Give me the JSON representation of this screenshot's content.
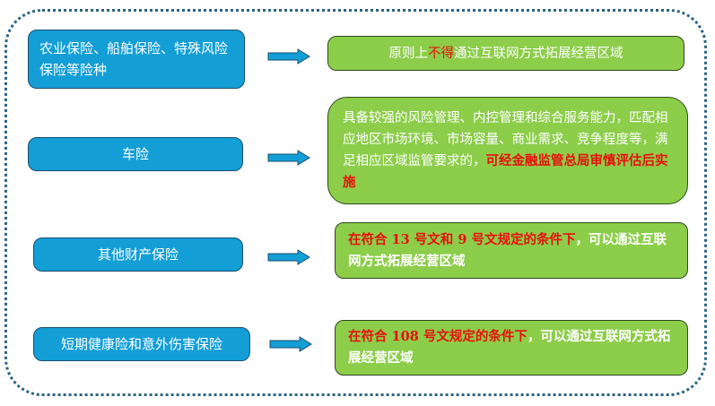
{
  "rows": [
    {
      "category": "农业保险、船舶保险、特殊风险保险等险种",
      "rule_parts": [
        {
          "t": "原则上",
          "red": false
        },
        {
          "t": "不得",
          "red": true
        },
        {
          "t": "通过互联网方式拓展经营区域",
          "red": false
        }
      ]
    },
    {
      "category": "车险",
      "rule_parts": [
        {
          "t": "具备较强的风险管理、内控管理和综合服务能力，匹配相应地区市场环境、市场容量、商业需求、竞争程度等，满足相应区域监管要求的，",
          "red": false
        },
        {
          "t": "可经金融监管总局审慎评估后实施",
          "red": true
        }
      ]
    },
    {
      "category": "其他财产保险",
      "rule_parts": [
        {
          "t": "在符合 13 号文和 9 号文规定的条件下",
          "red": true
        },
        {
          "t": "，可以通过互联网方式拓展经营区域",
          "red": false
        }
      ]
    },
    {
      "category": "短期健康险和意外伤害保险",
      "rule_parts": [
        {
          "t": "在符合 108 号文规定的条件下",
          "red": true
        },
        {
          "t": "，可以通过互联网方式拓展经营区域",
          "red": false
        }
      ]
    }
  ]
}
